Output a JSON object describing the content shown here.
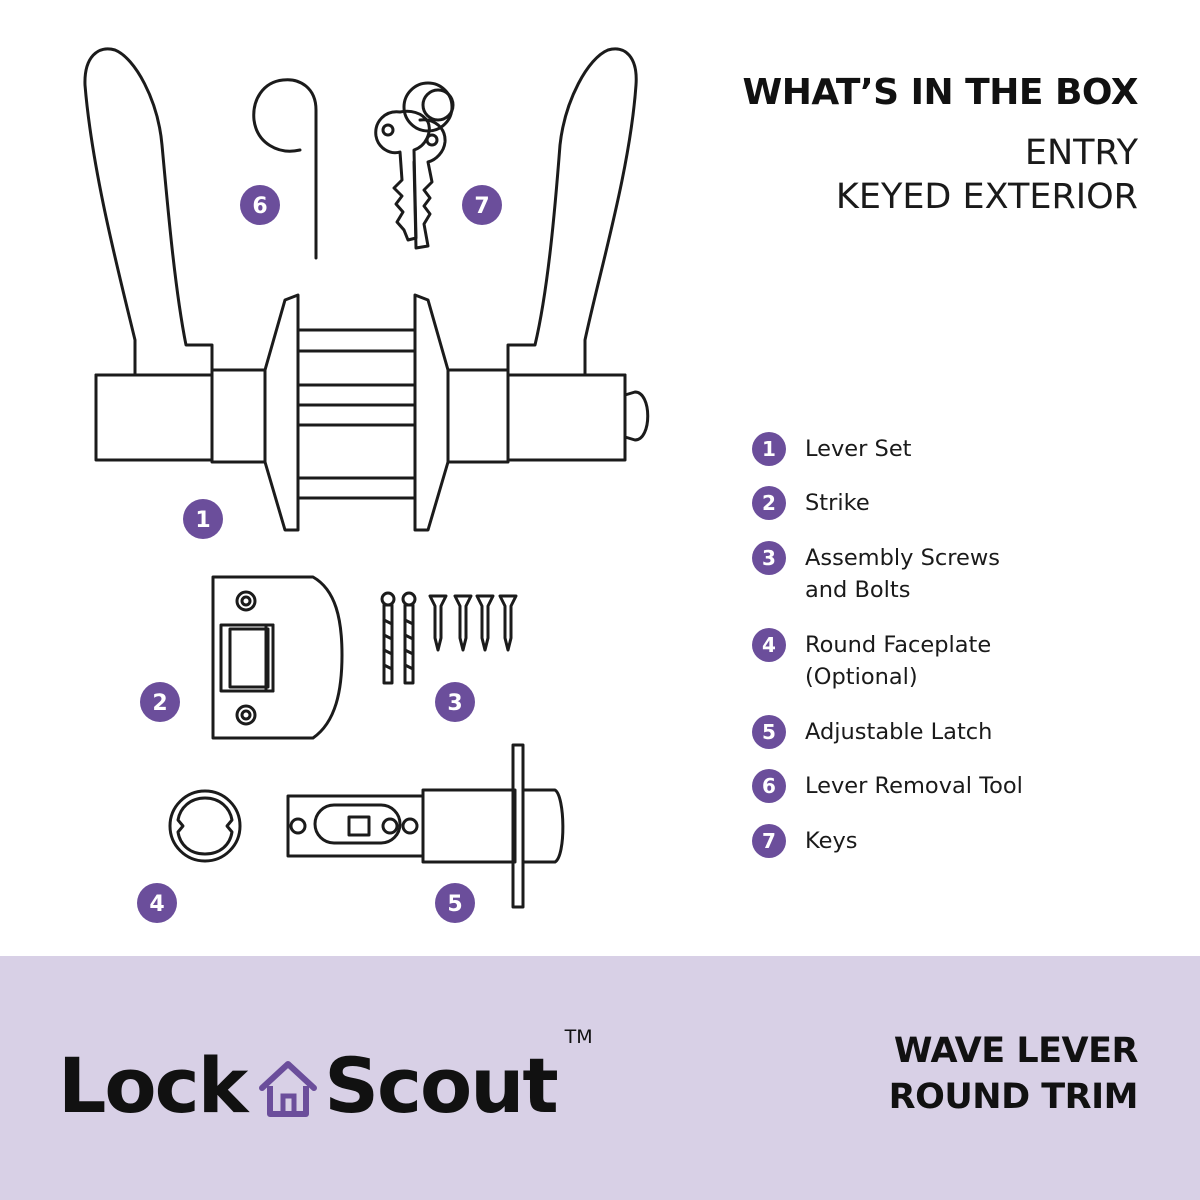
{
  "heading": {
    "title": "WHAT’S IN THE BOX",
    "line1": "ENTRY",
    "line2": "KEYED EXTERIOR"
  },
  "badge_color": "#6b4e9b",
  "footer_color": "#d8d0e6",
  "diagram_labels": {
    "lever_set": "1",
    "strike": "2",
    "screws": "3",
    "faceplate": "4",
    "latch": "5",
    "tool": "6",
    "keys": "7"
  },
  "legend": [
    {
      "number": "1",
      "line1": "Lever Set",
      "line2": ""
    },
    {
      "number": "2",
      "line1": "Strike",
      "line2": ""
    },
    {
      "number": "3",
      "line1": "Assembly Screws",
      "line2": "and Bolts"
    },
    {
      "number": "4",
      "line1": "Round Faceplate",
      "line2": "(Optional)"
    },
    {
      "number": "5",
      "line1": "Adjustable Latch",
      "line2": ""
    },
    {
      "number": "6",
      "line1": "Lever Removal Tool",
      "line2": ""
    },
    {
      "number": "7",
      "line1": "Keys",
      "line2": ""
    }
  ],
  "brand": {
    "word1": "Lock",
    "word2": "Scout",
    "trademark": "TM",
    "icon": "house-icon"
  },
  "model": {
    "line1": "WAVE LEVER",
    "line2": "ROUND TRIM"
  }
}
